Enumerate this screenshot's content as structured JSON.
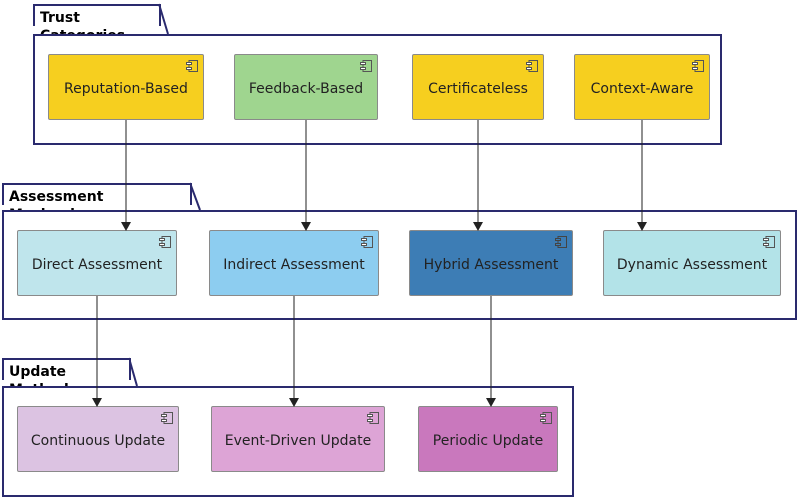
{
  "packages": {
    "trust": {
      "title": "Trust Categories"
    },
    "assessment": {
      "title": "Assessment Mechanisms"
    },
    "update": {
      "title": "Update Methods"
    }
  },
  "components": {
    "reputation": {
      "label": "Reputation-Based",
      "color": "#f6cf1f"
    },
    "feedback": {
      "label": "Feedback-Based",
      "color": "#9fd58f"
    },
    "certificateless": {
      "label": "Certificateless",
      "color": "#f6cf1f"
    },
    "context": {
      "label": "Context-Aware",
      "color": "#f6cf1f"
    },
    "direct": {
      "label": "Direct Assessment",
      "color": "#bfe5ec"
    },
    "indirect": {
      "label": "Indirect Assessment",
      "color": "#8dcdf0"
    },
    "hybrid": {
      "label": "Hybrid Assessment",
      "color": "#3d7db5"
    },
    "dynamic": {
      "label": "Dynamic Assessment",
      "color": "#b3e3e8"
    },
    "continuous": {
      "label": "Continuous Update",
      "color": "#dcc3e2"
    },
    "event": {
      "label": "Event-Driven Update",
      "color": "#dda4d6"
    },
    "periodic": {
      "label": "Periodic Update",
      "color": "#c978bd"
    }
  },
  "edges": [
    {
      "from": "reputation",
      "to": "direct"
    },
    {
      "from": "feedback",
      "to": "indirect"
    },
    {
      "from": "certificateless",
      "to": "hybrid"
    },
    {
      "from": "context",
      "to": "dynamic"
    },
    {
      "from": "direct",
      "to": "continuous"
    },
    {
      "from": "indirect",
      "to": "event"
    },
    {
      "from": "hybrid",
      "to": "periodic"
    }
  ]
}
